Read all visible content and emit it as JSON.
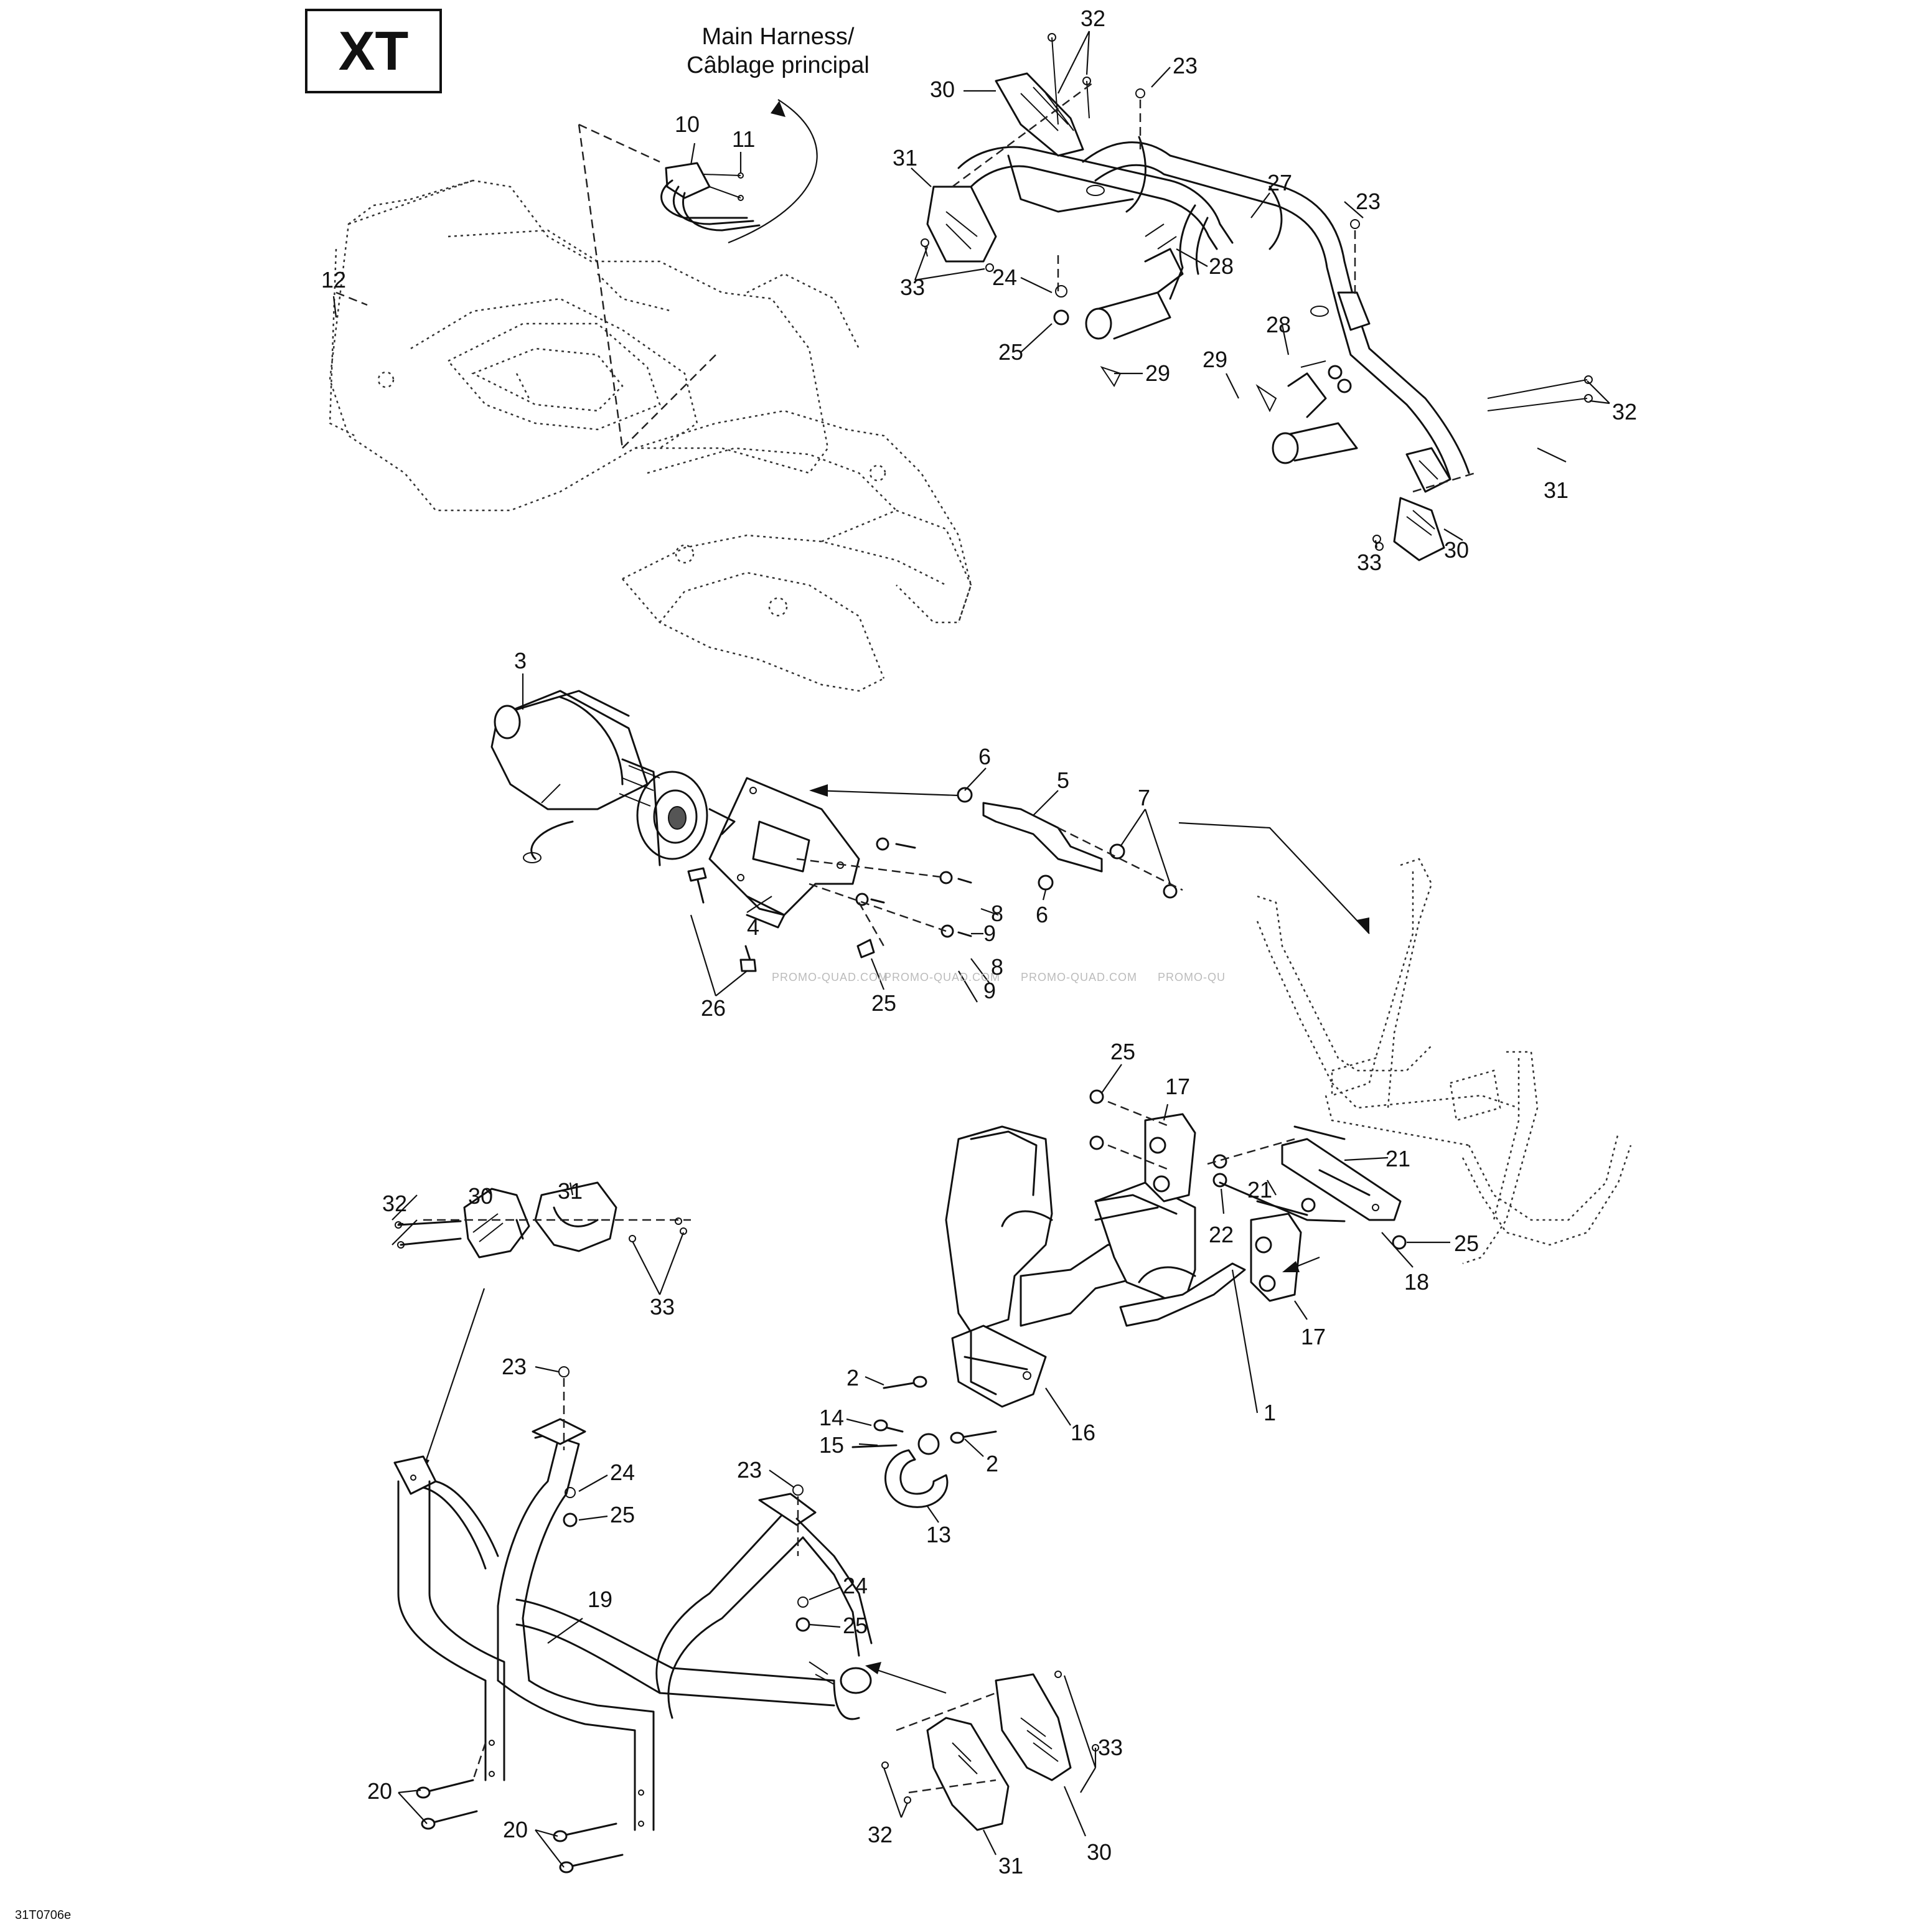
{
  "badge": "XT",
  "harness_label": "Main Harness/\nCâblage principal",
  "drawing_code": "31T0706e",
  "watermark": "PROMO-QUAD.COM",
  "watermark_partial": "PROMO-QU",
  "callouts": [
    {
      "id": "c32a",
      "text": "32"
    },
    {
      "id": "c23a",
      "text": "23"
    },
    {
      "id": "c30a",
      "text": "30"
    },
    {
      "id": "c31a",
      "text": "31"
    },
    {
      "id": "c27",
      "text": "27"
    },
    {
      "id": "c23b",
      "text": "23"
    },
    {
      "id": "c28a",
      "text": "28"
    },
    {
      "id": "c24a",
      "text": "24"
    },
    {
      "id": "c25a",
      "text": "25"
    },
    {
      "id": "c33a",
      "text": "33"
    },
    {
      "id": "c29a",
      "text": "29"
    },
    {
      "id": "c28b",
      "text": "28"
    },
    {
      "id": "c29b",
      "text": "29"
    },
    {
      "id": "c32b",
      "text": "32"
    },
    {
      "id": "c31b",
      "text": "31"
    },
    {
      "id": "c30b",
      "text": "30"
    },
    {
      "id": "c33b",
      "text": "33"
    },
    {
      "id": "c10",
      "text": "10"
    },
    {
      "id": "c11",
      "text": "11"
    },
    {
      "id": "c12",
      "text": "12"
    },
    {
      "id": "c3",
      "text": "3"
    },
    {
      "id": "c6a",
      "text": "6"
    },
    {
      "id": "c5",
      "text": "5"
    },
    {
      "id": "c7",
      "text": "7"
    },
    {
      "id": "c6b",
      "text": "6"
    },
    {
      "id": "c8a",
      "text": "8"
    },
    {
      "id": "c9a",
      "text": "9"
    },
    {
      "id": "c4",
      "text": "4"
    },
    {
      "id": "c8b",
      "text": "8"
    },
    {
      "id": "c9b",
      "text": "9"
    },
    {
      "id": "c25b",
      "text": "25"
    },
    {
      "id": "c26",
      "text": "26"
    },
    {
      "id": "c25c",
      "text": "25"
    },
    {
      "id": "c17a",
      "text": "17"
    },
    {
      "id": "c21a",
      "text": "21"
    },
    {
      "id": "c21b",
      "text": "21"
    },
    {
      "id": "c22",
      "text": "22"
    },
    {
      "id": "c25d",
      "text": "25"
    },
    {
      "id": "c18",
      "text": "18"
    },
    {
      "id": "c17b",
      "text": "17"
    },
    {
      "id": "c1",
      "text": "1"
    },
    {
      "id": "c2a",
      "text": "2"
    },
    {
      "id": "c14",
      "text": "14"
    },
    {
      "id": "c15",
      "text": "15"
    },
    {
      "id": "c16",
      "text": "16"
    },
    {
      "id": "c2b",
      "text": "2"
    },
    {
      "id": "c13",
      "text": "13"
    },
    {
      "id": "c32c",
      "text": "32"
    },
    {
      "id": "c30c",
      "text": "30"
    },
    {
      "id": "c31c",
      "text": "31"
    },
    {
      "id": "c33c",
      "text": "33"
    },
    {
      "id": "c23c",
      "text": "23"
    },
    {
      "id": "c24b",
      "text": "24"
    },
    {
      "id": "c25e",
      "text": "25"
    },
    {
      "id": "c23d",
      "text": "23"
    },
    {
      "id": "c24c",
      "text": "24"
    },
    {
      "id": "c25f",
      "text": "25"
    },
    {
      "id": "c19",
      "text": "19"
    },
    {
      "id": "c20a",
      "text": "20"
    },
    {
      "id": "c20b",
      "text": "20"
    },
    {
      "id": "c33d",
      "text": "33"
    },
    {
      "id": "c30d",
      "text": "30"
    },
    {
      "id": "c32d",
      "text": "32"
    },
    {
      "id": "c31d",
      "text": "31"
    }
  ]
}
